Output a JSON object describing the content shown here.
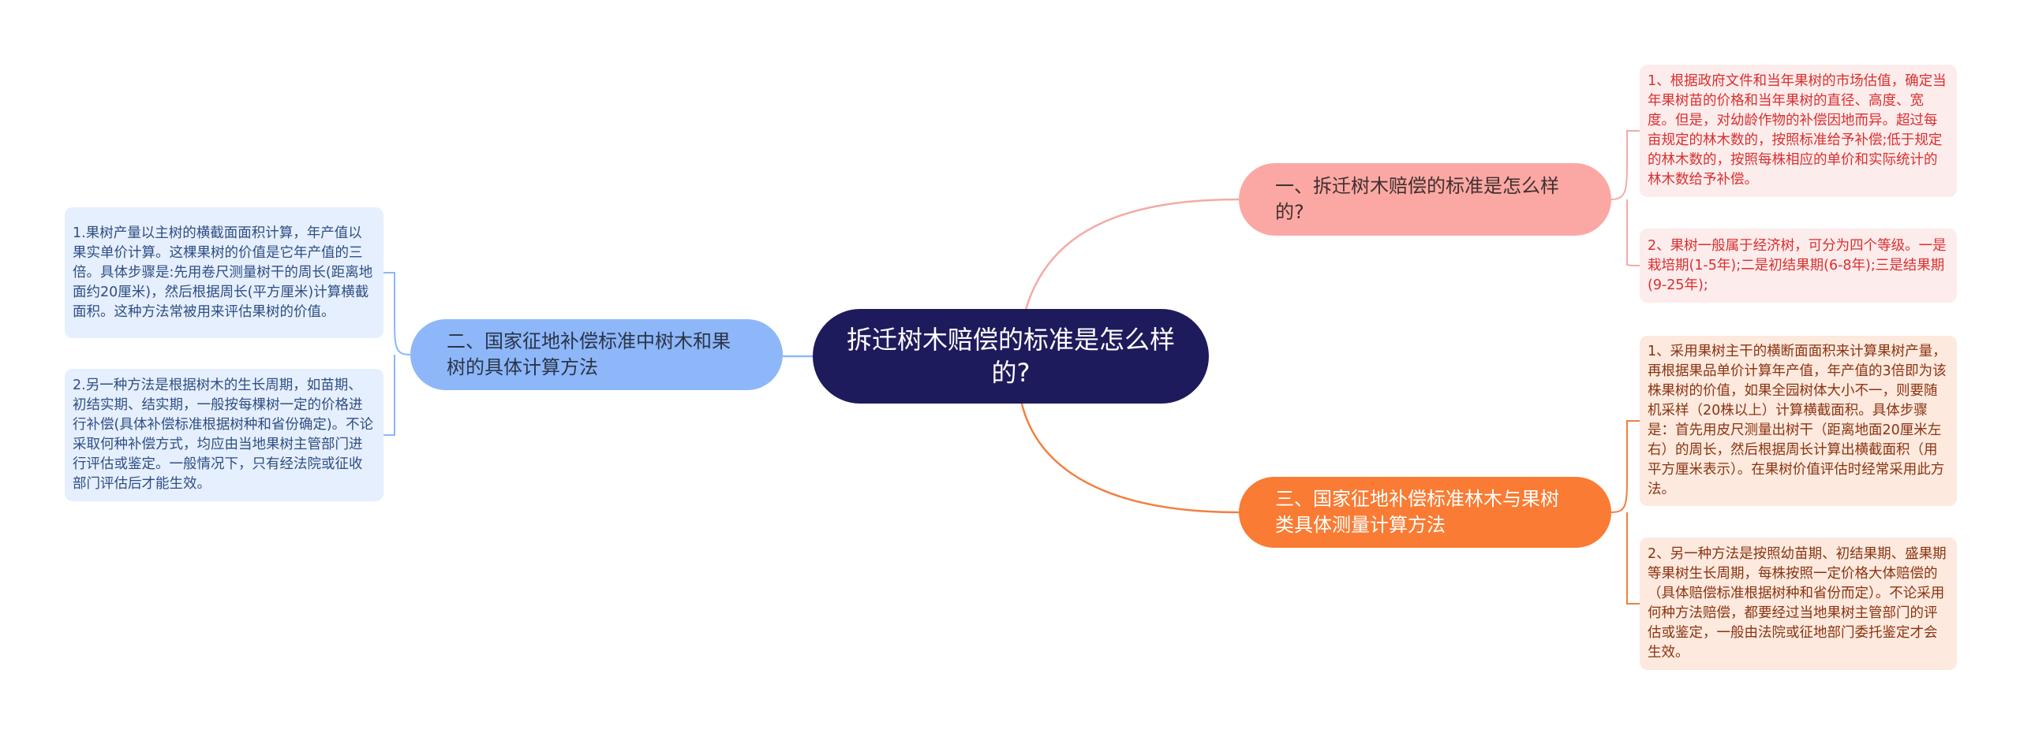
{
  "colors": {
    "root": "#1e1b5c",
    "branch1": "#fba8a4",
    "branch2": "#8db7f8",
    "branch3": "#fa7b33",
    "leaf_red_text": "#d8302f",
    "leaf_blue_text": "#2e4f84"
  },
  "root": {
    "title": "拆迁树木赔偿的标准是怎么样的?"
  },
  "branches": [
    {
      "label": "一、拆迁树木赔偿的标准是怎么样的?",
      "leaves": [
        "1、根据政府文件和当年果树的市场估值，确定当年果树苗的价格和当年果树的直径、高度、宽度。但是，对幼龄作物的补偿因地而异。超过每亩规定的林木数的，按照标准给予补偿;低于规定的林木数的，按照每株相应的单价和实际统计的林木数给予补偿。",
        "2、果树一般属于经济树，可分为四个等级。一是栽培期(1-5年);二是初结果期(6-8年);三是结果期(9-25年);"
      ]
    },
    {
      "label": "二、国家征地补偿标准中树木和果树的具体计算方法",
      "leaves": [
        "1.果树产量以主树的横截面面积计算，年产值以果实单价计算。这棵果树的价值是它年产值的三倍。具体步骤是:先用卷尺测量树干的周长(距离地面约20厘米)，然后根据周长(平方厘米)计算横截面积。这种方法常被用来评估果树的价值。",
        "2.另一种方法是根据树木的生长周期，如苗期、初结实期、结实期，一般按每棵树一定的价格进行补偿(具体补偿标准根据树种和省份确定)。不论采取何种补偿方式，均应由当地果树主管部门进行评估或鉴定。一般情况下，只有经法院或征收部门评估后才能生效。"
      ]
    },
    {
      "label": "三、国家征地补偿标准林木与果树类具体测量计算方法",
      "leaves": [
        "1、采用果树主干的横断面面积来计算果树产量，再根据果品单价计算年产值，年产值的3倍即为该株果树的价值，如果全园树体大小不一，则要随机采样（20株以上）计算横截面积。具体步骤是：首先用皮尺测量出树干（距离地面20厘米左右）的周长，然后根据周长计算出横截面积（用平方厘米表示）。在果树价值评估时经常采用此方法。",
        "2、另一种方法是按照幼苗期、初结果期、盛果期等果树生长周期，每株按照一定价格大体赔偿的（具体赔偿标准根据树种和省份而定）。不论采用何种方法赔偿，都要经过当地果树主管部门的评估或鉴定，一般由法院或征地部门委托鉴定才会生效。"
      ]
    }
  ]
}
